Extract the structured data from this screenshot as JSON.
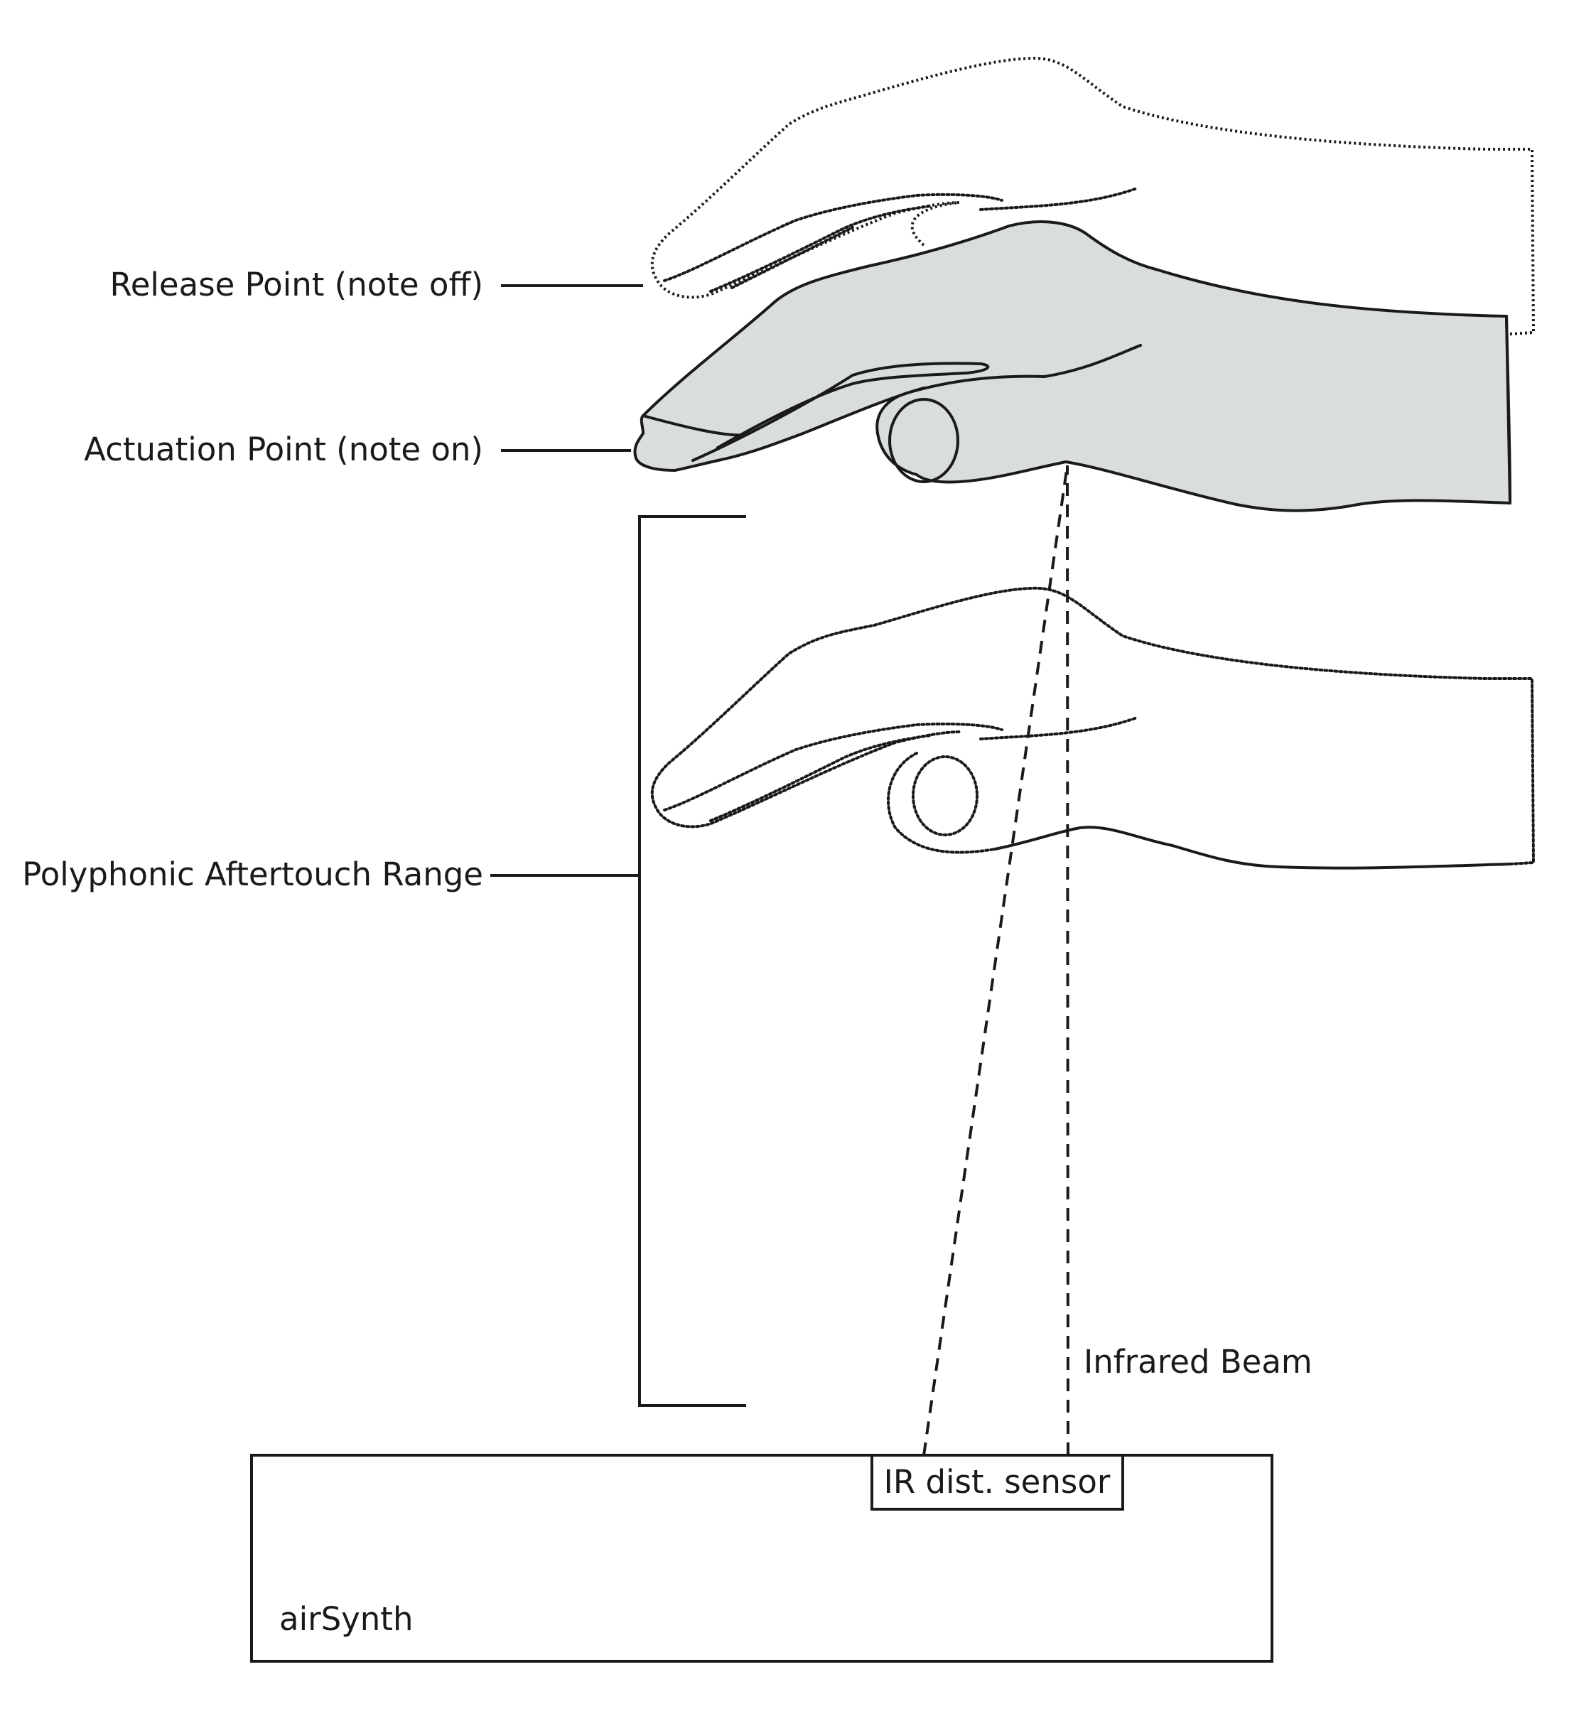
{
  "labels": {
    "release_point": "Release Point (note off)",
    "actuation_point": "Actuation Point (note on)",
    "aftertouch_range": "Polyphonic Aftertouch Range",
    "infrared_beam": "Infrared Beam",
    "sensor": "IR dist. sensor",
    "device": "airSynth"
  },
  "colors": {
    "ink": "#1a1a1a",
    "hand_fill": "#d9dedc",
    "background": "#ffffff"
  }
}
